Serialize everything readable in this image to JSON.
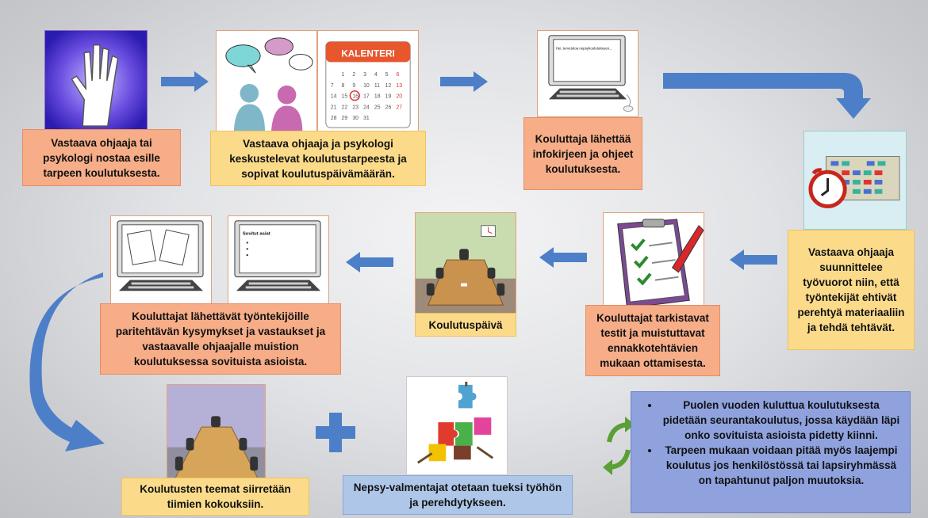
{
  "steps": {
    "s1": "Vastaava ohjaaja tai psykologi nostaa esille tarpeen koulutuksesta.",
    "s2": "Vastaava ohjaaja ja psykologi keskustelevat koulutustarpeesta ja sopivat koulutuspäivämäärän.",
    "s3": "Kouluttaja lähettää infokirjeen ja ohjeet koulutuksesta.",
    "s4": "Vastaava ohjaaja suunnittelee työvuorot niin, että työntekijät ehtivät perehtyä materiaaliin ja tehdä tehtävät.",
    "s5": "Kouluttajat tarkistavat testit ja muistuttavat ennakkotehtävien mukaan ottamisesta.",
    "s6": "Koulutuspäivä",
    "s7": "Kouluttajat lähettävät työntekijöille paritehtävän kysymykset ja vastaukset ja vastaavalle ohjaajalle muistion koulutuksessa sovituista asioista.",
    "s8": "Koulutusten teemat siirretään tiimien kokouksiin.",
    "s9": "Nepsy-valmentajat otetaan tueksi työhön ja perehdytykseen."
  },
  "followup": [
    "Puolen vuoden kuluttua koulutuksesta pidetään seurantakoulutus, jossa käydään läpi onko sovituista asioista pidetty kiinni.",
    "Tarpeen mukaan voidaan pitää myös laajempi koulutus jos henkilöstössä tai lapsiryhmässä on tapahtunut paljon muutoksia."
  ],
  "images": {
    "calendar_header": "KALENTERI",
    "screen1_text": "Hei, tervetuloa nepsykoulutukseen...",
    "screen2_text": "Sovitut asiat"
  },
  "colors": {
    "arrow": "#4d7fc8",
    "salmon": "#f6ad88",
    "yellow": "#fbdb8a",
    "blue": "#aec7e9",
    "purple": "#8fa2de",
    "cycle": "#5aa035"
  }
}
